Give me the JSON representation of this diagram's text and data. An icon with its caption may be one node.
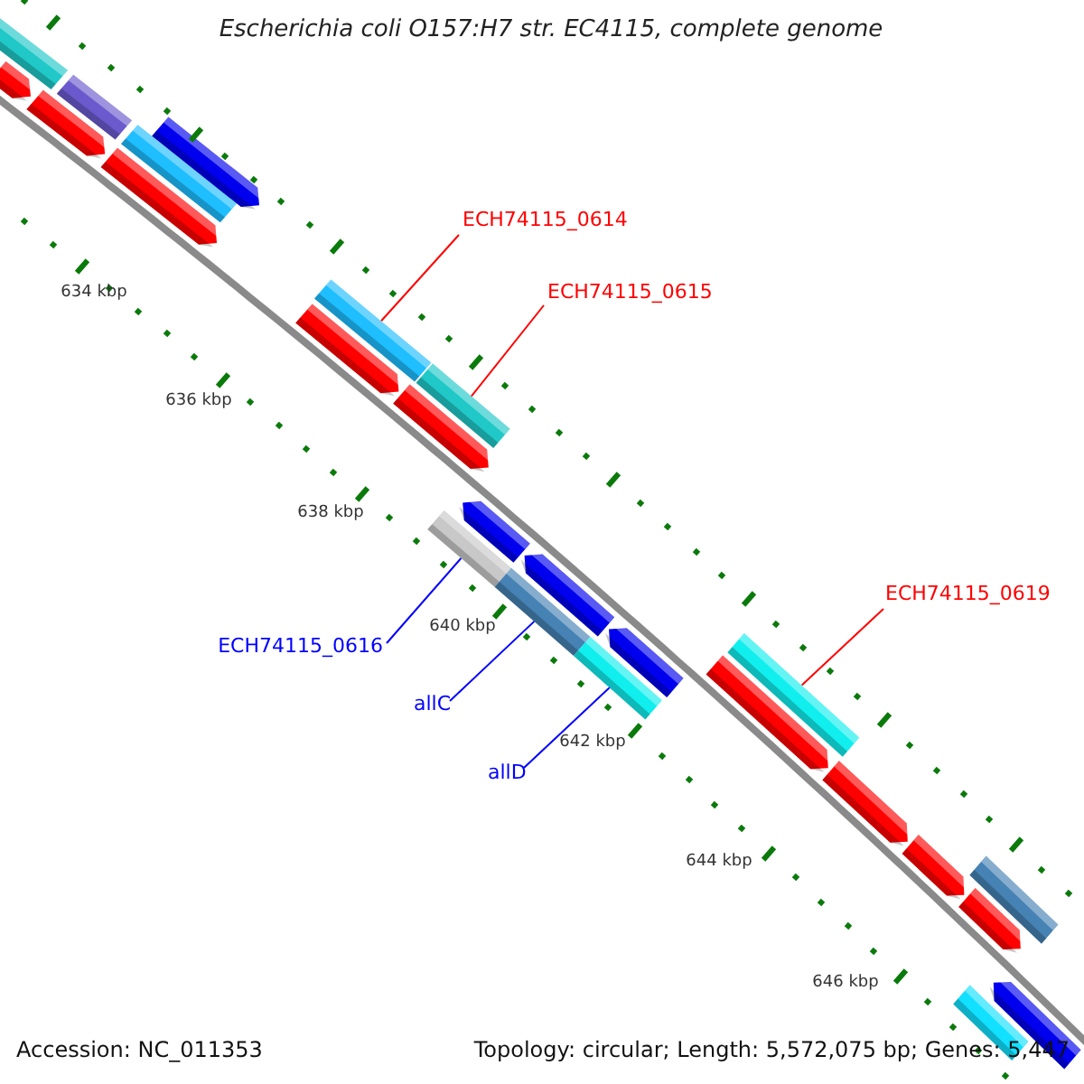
{
  "diagram": {
    "title": "Escherichia coli O157:H7 str. EC4115, complete genome",
    "nodes": [
      {
        "text": [
          "ECH74115_0614"
        ]
      },
      {
        "text": [],
        "shape": "box"
      },
      {
        "text": [
          "ECH74115_0615"
        ]
      },
      {
        "text": [],
        "shape": "box"
      },
      {
        "text": [
          "ECH74115_0616"
        ]
      },
      {
        "text": [],
        "shape": "box"
      },
      {
        "text": [
          "allC"
        ]
      },
      {
        "text": [],
        "shape": "box"
      },
      {
        "text": [
          "allD"
        ]
      },
      {
        "text": [],
        "shape": "box"
      },
      {
        "text": [
          "ECH74115_0619"
        ]
      },
      {
        "text": [],
        "shape": "box"
      },
      {
        "text": [],
        "shape": "arrow"
      },
      {
        "text": [],
        "shape": "box"
      },
      {
        "text": [],
        "shape": "box"
      },
      {
        "text": [],
        "shape": "arrow"
      },
      {
        "text": [],
        "shape": "arrow"
      },
      {
        "text": [],
        "shape": "box"
      },
      {
        "text": [],
        "shape": "arrow"
      },
      {
        "text": [],
        "shape": "arrow"
      },
      {
        "text": [],
        "shape": "arrow"
      },
      {
        "text": [],
        "shape": "arrow"
      },
      {
        "text": [],
        "shape": "arrow"
      },
      {
        "text": [],
        "shape": "arrow"
      },
      {
        "text": [],
        "shape": "arrow"
      },
      {
        "text": [],
        "shape": "arrow"
      },
      {
        "text": [],
        "shape": "arrow"
      },
      {
        "text": [],
        "shape": "box"
      },
      {
        "text": [],
        "shape": "arrow"
      },
      {
        "text": [],
        "shape": "box"
      },
      {
        "text": [],
        "shape": "arrow"
      }
    ],
    "edges": [
      {
        "from": 0,
        "to": 1,
        "arrow": "none",
        "color": "#ff0000"
      },
      {
        "from": 2,
        "to": 3,
        "arrow": "none",
        "color": "#ff0000"
      },
      {
        "from": 4,
        "to": 5,
        "arrow": "none",
        "color": "#0000ff"
      },
      {
        "from": 6,
        "to": 7,
        "arrow": "none",
        "color": "#0000ff"
      },
      {
        "from": 8,
        "to": 9,
        "arrow": "none",
        "color": "#0000ff"
      },
      {
        "from": 10,
        "to": 11,
        "arrow": "none",
        "color": "#ff0000"
      }
    ],
    "labels": [
      "634 kbp",
      "636 kbp",
      "638 kbp",
      "640 kbp",
      "642 kbp",
      "644 kbp",
      "646 kbp",
      "Accession: NC_011353",
      "Topology: circular; Length: 5,572,075 bp; Genes: 5,447"
    ]
  }
}
